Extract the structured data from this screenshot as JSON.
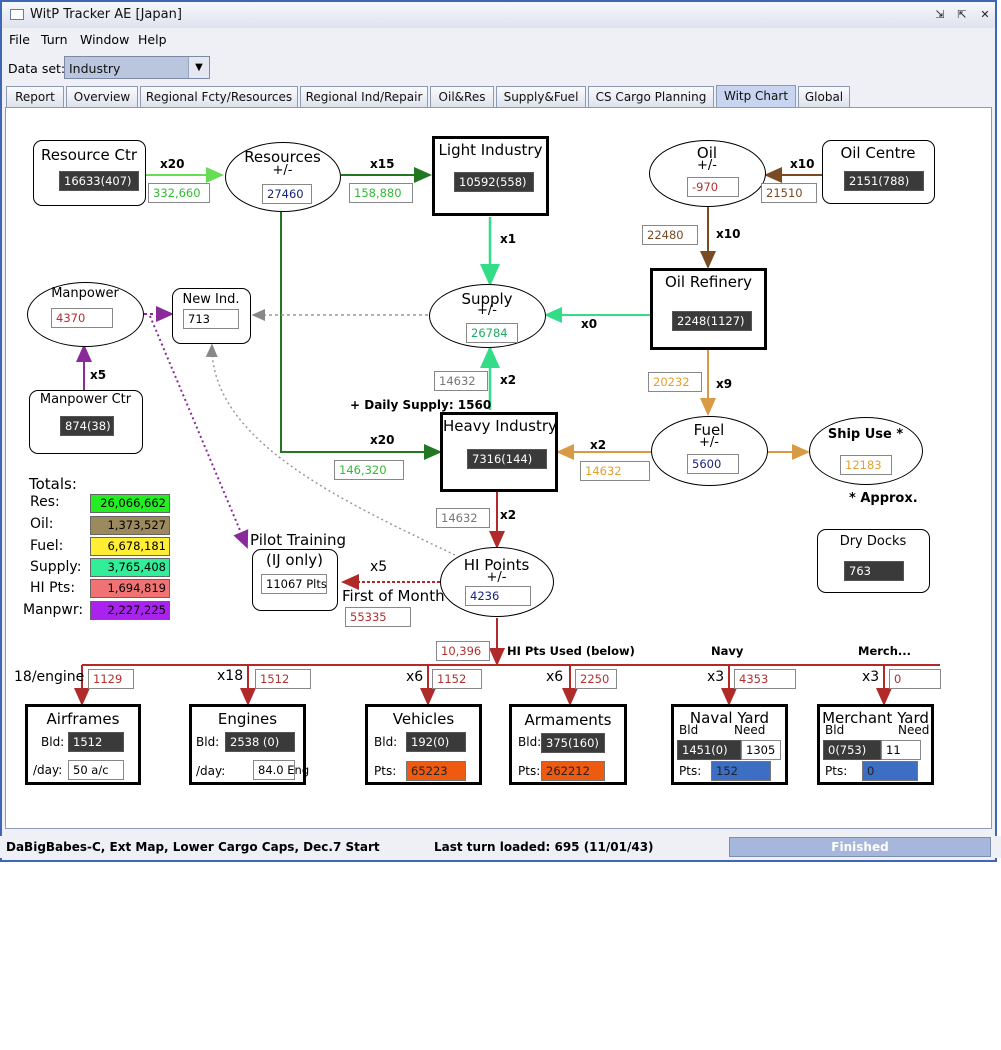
{
  "window": {
    "title": "WitP Tracker AE [Japan]"
  },
  "menu": [
    "File",
    "Turn",
    "Window",
    "Help"
  ],
  "dataset": {
    "label": "Data set:",
    "value": "Industry"
  },
  "tabs": [
    "Report",
    "Overview",
    "Regional Fcty/Resources",
    "Regional Ind/Repair",
    "Oil&Res",
    "Supply&Fuel",
    "CS Cargo Planning",
    "Witp Chart",
    "Global"
  ],
  "active_tab": "Witp Chart",
  "status": {
    "scenario": "DaBigBabes-C, Ext Map, Lower Cargo Caps, Dec.7 Start",
    "last_turn": "Last turn loaded: 695 (11/01/43)",
    "progress_label": "Finished",
    "progress": 1.0
  },
  "chart": {
    "resource_ctr": {
      "label": "Resource Ctr",
      "value": "16633(407)"
    },
    "resources": {
      "label": "Resources",
      "sub": "+/-",
      "value": "27460"
    },
    "light_industry": {
      "label": "Light Industry",
      "value": "10592(558)"
    },
    "oil": {
      "label": "Oil",
      "sub": "+/-",
      "value": "-970"
    },
    "oil_centre": {
      "label": "Oil Centre",
      "value": "2151(788)"
    },
    "manpower": {
      "label": "Manpower",
      "value": "4370"
    },
    "new_ind": {
      "label": "New Ind.",
      "value": "713"
    },
    "supply": {
      "label": "Supply",
      "sub": "+/-",
      "value": "26784"
    },
    "oil_refinery": {
      "label": "Oil Refinery",
      "value": "2248(1127)"
    },
    "manpower_ctr": {
      "label": "Manpower Ctr",
      "value": "874(38)"
    },
    "heavy_industry": {
      "label": "Heavy Industry",
      "value": "7316(144)"
    },
    "fuel": {
      "label": "Fuel",
      "sub": "+/-",
      "value": "5600"
    },
    "ship_use": {
      "label": "Ship Use *",
      "value": "12183"
    },
    "approx_note": "* Approx.",
    "dry_docks": {
      "label": "Dry Docks",
      "value": "763"
    },
    "pilot_training": {
      "label1": "Pilot Training",
      "label2": "(IJ only)",
      "value": "11067 Plts"
    },
    "hi_points": {
      "label": "HI Points",
      "sub": "+/-",
      "value": "4236"
    },
    "first_of_month": {
      "label": "First of Month",
      "value": "55335"
    },
    "daily_supply": "+ Daily Supply: 1560",
    "flows": {
      "res_ctr_to_res": {
        "mult": "x20",
        "value": "332,660"
      },
      "res_to_li": {
        "mult": "x15",
        "value": "158,880"
      },
      "oil_centre_to_oil": {
        "mult": "x10",
        "value": "21510"
      },
      "oil_to_refinery": {
        "mult": "x10",
        "value": "22480"
      },
      "li_to_supply": {
        "mult": "x1"
      },
      "refinery_to_supply": {
        "mult": "x0"
      },
      "refinery_to_fuel": {
        "mult": "x9",
        "value": "20232"
      },
      "hi_to_supply": {
        "mult": "x2",
        "value": "14632"
      },
      "res_to_hi": {
        "mult": "x20",
        "value": "146,320"
      },
      "fuel_to_hi": {
        "mult": "x2",
        "value": "14632"
      },
      "manpower_ctr_to_manpower": {
        "mult": "x5"
      },
      "hi_to_hipts": {
        "mult": "x2",
        "value": "14632"
      },
      "hipts_to_pilot": {
        "mult": "x5"
      },
      "hipts_used": {
        "label": "HI Pts Used (below)",
        "value": "10,396"
      },
      "navy_label": "Navy",
      "merch_label": "Merch..."
    },
    "totals": {
      "title": "Totals:",
      "rows": [
        {
          "label": "Res:",
          "value": "26,066,662",
          "color": "#22ee22"
        },
        {
          "label": "Oil:",
          "value": "1,373,527",
          "color": "#9c8a5e"
        },
        {
          "label": "Fuel:",
          "value": "6,678,181",
          "color": "#ffee33"
        },
        {
          "label": "Supply:",
          "value": "3,765,408",
          "color": "#33ee99"
        },
        {
          "label": "HI Pts:",
          "value": "1,694,819",
          "color": "#f07272"
        },
        {
          "label": "Manpwr:",
          "value": "2,227,225",
          "color": "#aa22ee"
        }
      ]
    },
    "production": [
      {
        "key": "airframes",
        "mult": "18/engine",
        "used": "1129",
        "label": "Airframes",
        "r1_label": "Bld:",
        "r1_value": "1512",
        "r2_label": "/day:",
        "r2_value": "50 a/c"
      },
      {
        "key": "engines",
        "mult": "x18",
        "used": "1512",
        "label": "Engines",
        "r1_label": "Bld:",
        "r1_value": "2538 (0)",
        "r2_label": "/day:",
        "r2_value": "84.0 Eng"
      },
      {
        "key": "vehicles",
        "mult": "x6",
        "used": "1152",
        "label": "Vehicles",
        "r1_label": "Bld:",
        "r1_value": "192(0)",
        "r2_label": "Pts:",
        "r2_value": "65223"
      },
      {
        "key": "armaments",
        "mult": "x6",
        "used": "2250",
        "label": "Armaments",
        "r1_label": "Bld:",
        "r1_value": "375(160)",
        "r2_label": "Pts:",
        "r2_value": "262212"
      },
      {
        "key": "naval",
        "mult": "x3",
        "used": "4353",
        "label": "Naval Yard",
        "h1": "Bld",
        "h2": "Need",
        "r1_value": "1451(0)",
        "r1_need": "1305",
        "r2_label": "Pts:",
        "r2_value": "152"
      },
      {
        "key": "merchant",
        "mult": "x3",
        "used": "0",
        "label": "Merchant Yard",
        "h1": "Bld",
        "h2": "Need",
        "r1_value": "0(753)",
        "r1_need": "11",
        "r2_label": "Pts:",
        "r2_value": "0"
      }
    ]
  }
}
